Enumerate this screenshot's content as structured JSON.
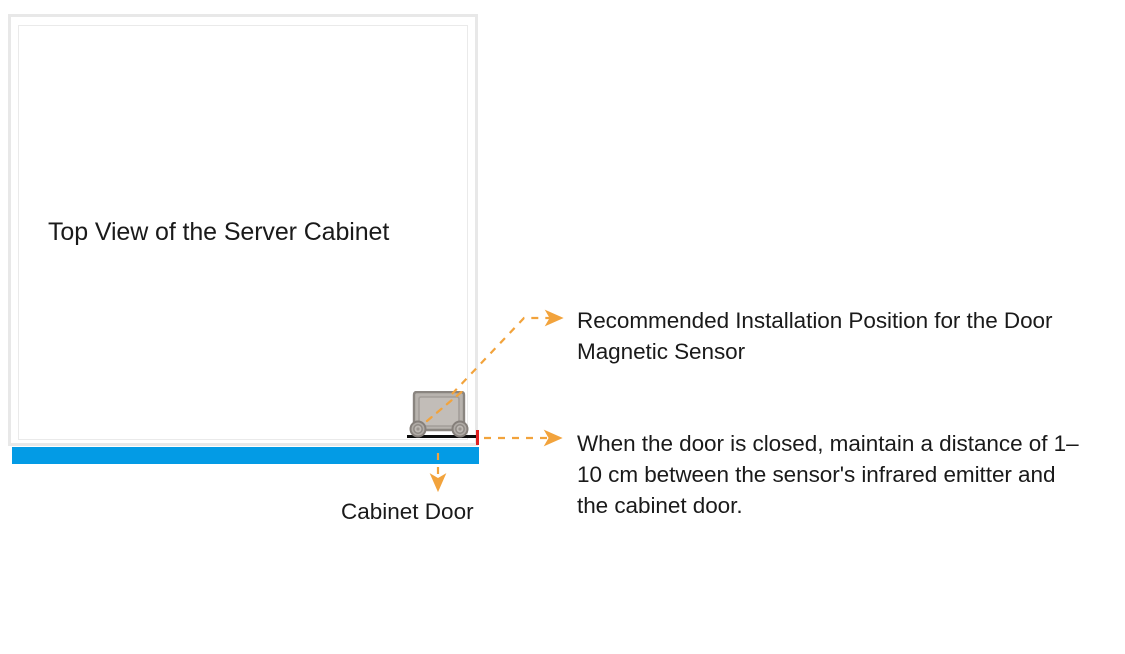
{
  "diagram": {
    "title": "Top View of the Server Cabinet",
    "door_label": "Cabinet Door",
    "callouts": [
      {
        "id": "sensor-position",
        "text": "Recommended Installation Position for the Door Magnetic Sensor"
      },
      {
        "id": "sensor-distance",
        "text": "When the door is closed, maintain a distance of 1–10 cm between the sensor's infrared emitter and the cabinet door."
      }
    ],
    "colors": {
      "door_blue": "#039be5",
      "leader_orange": "#f2a33c",
      "gap_marker_red": "#e02020",
      "frame_gray": "#e8e8e8",
      "text_dark": "#1a1a1a",
      "sensor_body": "#b5b0ab",
      "sensor_border": "#8a8580"
    },
    "icons": {
      "sensor": "door-magnetic-sensor-icon",
      "arrow": "arrow-head-icon"
    }
  }
}
